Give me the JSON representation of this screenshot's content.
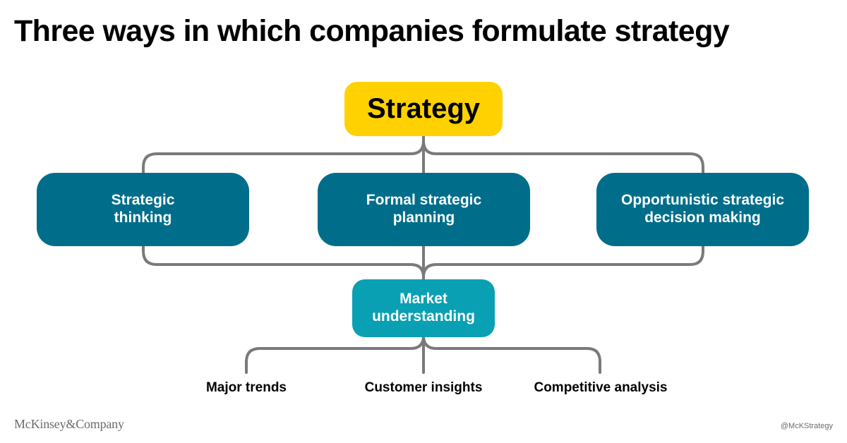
{
  "title": "Three ways in which companies formulate strategy",
  "colors": {
    "strategy_box": "#FFD100",
    "method_box": "#006E8A",
    "market_box": "#0AA0B4",
    "connector": "#7A7A7A",
    "footer_text": "#6B6B6B"
  },
  "diagram": {
    "root": "Strategy",
    "methods": [
      "Strategic\nthinking",
      "Formal strategic\nplanning",
      "Opportunistic strategic\ndecision making"
    ],
    "foundation": "Market\nunderstanding",
    "inputs": [
      "Major trends",
      "Customer insights",
      "Competitive analysis"
    ]
  },
  "footer": {
    "logo_text": "McKinsey&Company",
    "handle": "@McKStrategy"
  }
}
